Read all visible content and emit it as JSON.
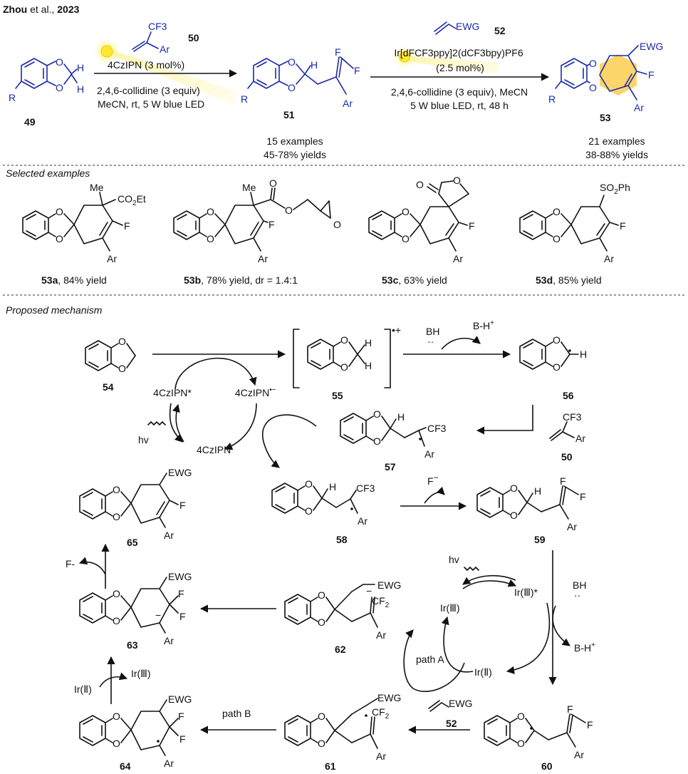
{
  "header": {
    "author": "Zhou",
    "etal": " et al., ",
    "year": "2023"
  },
  "top": {
    "cmp49": "49",
    "cmp50": "50",
    "cmp51": "51",
    "cmp52": "52",
    "cmp53": "53",
    "cf3": "CF3",
    "ar": "Ar",
    "ewg": "EWG",
    "r": "R",
    "h": "H",
    "o": "O",
    "f": "F",
    "step1_cat": "4CzIPN (3 mol%)",
    "step1_base": "2,4,6-collidine (3 equiv)",
    "step1_cond": "MeCN, rt, 5 W blue LED",
    "step2_cat": "Ir[dFCF3ppy]2(dCF3bpy)PF6",
    "step2_load": "(2.5 mol%)",
    "step2_base": "2,4,6-collidine (3 equiv), MeCN",
    "step2_cond": "5 W blue LED, rt, 48 h",
    "s1_examples": "15 examples",
    "s1_yields": "45-78% yields",
    "s2_examples": "21 examples",
    "s2_yields": "38-88% yields"
  },
  "selected": {
    "heading": "Selected examples",
    "items": [
      {
        "id": "53a",
        "caption": ", 84% yield",
        "sub1": "Me",
        "sub2": "CO2Et"
      },
      {
        "id": "53b",
        "caption": ", 78% yield, dr = 1.4:1",
        "sub1": "Me"
      },
      {
        "id": "53c",
        "caption": ", 63% yield"
      },
      {
        "id": "53d",
        "caption": ", 85% yield",
        "sub1": "SO2Ph"
      }
    ]
  },
  "mechanism": {
    "heading": "Proposed mechanism",
    "cmp54": "54",
    "cmp55": "55",
    "cmp56": "56",
    "cmp57": "57",
    "cmp58": "58",
    "cmp59": "59",
    "cmp60": "60",
    "cmp61": "61",
    "cmp62": "62",
    "cmp63": "63",
    "cmp64": "64",
    "cmp65": "65",
    "cmp50": "50",
    "cmp52": "52",
    "czipn_star": "4CzIPN*",
    "czipn_rad": "4CzIPN",
    "czipn_rad_sup": "•−",
    "czipn": "4CzIPN",
    "hv": "hv",
    "radcat": "•+",
    "bh": "BH",
    "bhh": "B-H",
    "plus": "+",
    "fminus": "F",
    "minus": "−",
    "ir3": "Ir(Ⅲ)",
    "ir3star": "Ir(Ⅲ)*",
    "ir2": "Ir(Ⅱ)",
    "pathA": "path A",
    "pathB": "path B",
    "cf2": "CF2",
    "f_minus2": "F-"
  }
}
